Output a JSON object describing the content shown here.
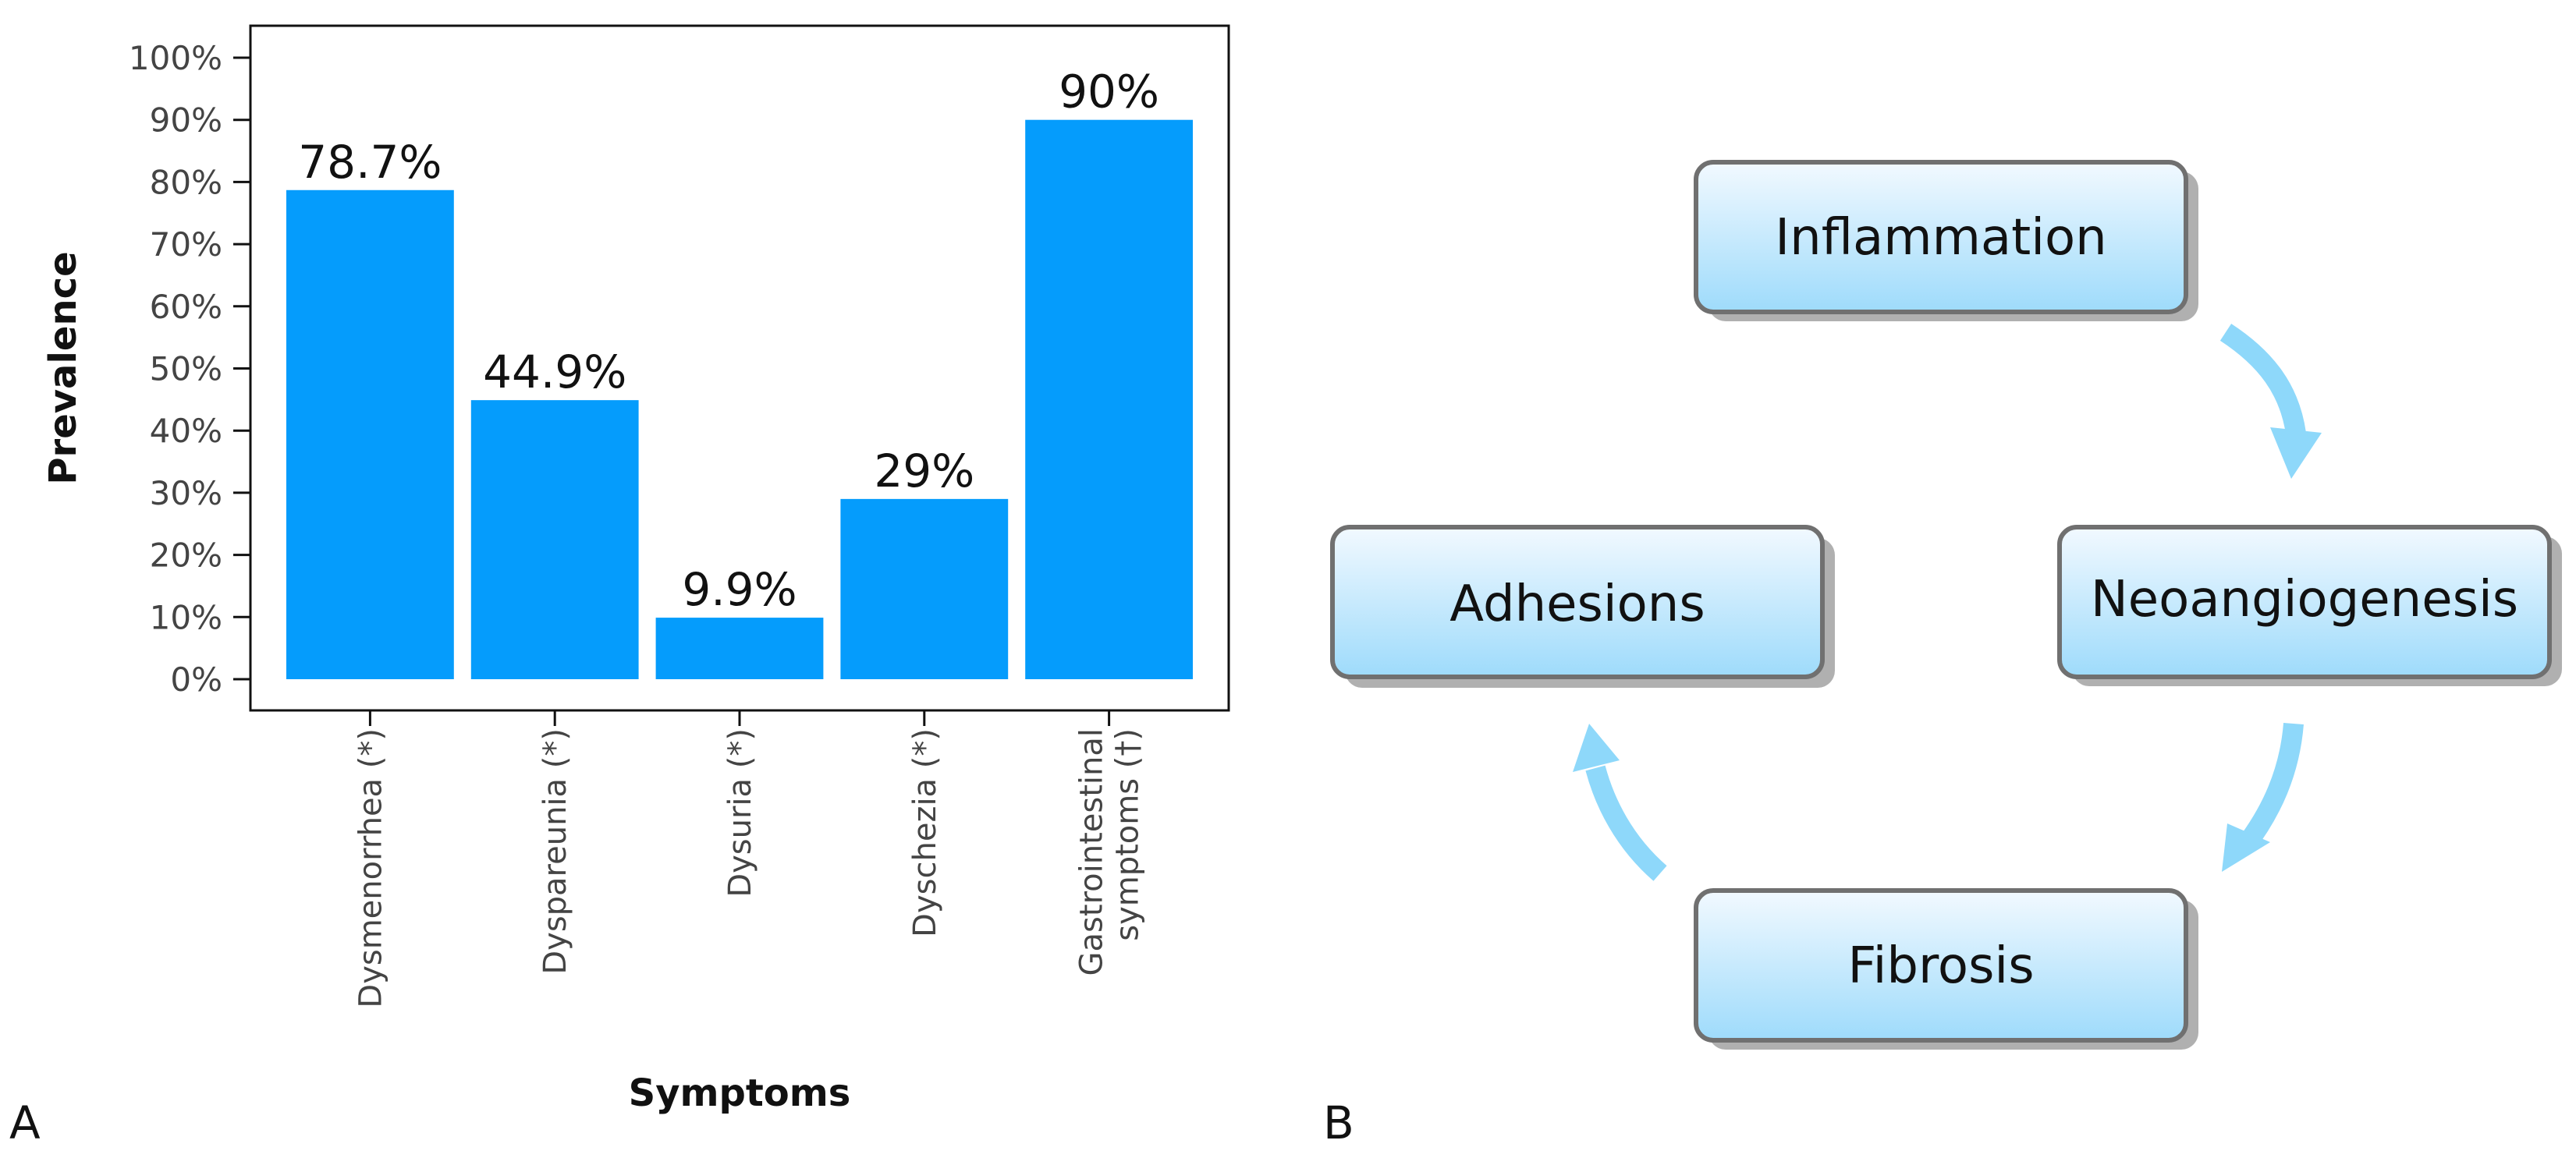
{
  "panels": {
    "a_label": "A",
    "b_label": "B"
  },
  "chart_data": {
    "type": "bar",
    "categories": [
      [
        "Dysmenorrhea (*)"
      ],
      [
        "Dyspareunia (*)"
      ],
      [
        "Dysuria (*)"
      ],
      [
        "Dyschezia (*)"
      ],
      [
        "Gastrointestinal",
        "symptoms (†)"
      ]
    ],
    "values": [
      78.7,
      44.9,
      9.9,
      29,
      90
    ],
    "data_labels": [
      "78.7%",
      "44.9%",
      "9.9%",
      "29%",
      "90%"
    ],
    "xlabel": "Symptoms",
    "ylabel": "Prevalence",
    "ylim": [
      0,
      100
    ],
    "yticks": [
      "0%",
      "10%",
      "20%",
      "30%",
      "40%",
      "50%",
      "60%",
      "70%",
      "80%",
      "90%",
      "100%"
    ],
    "bar_color": "#059cfc",
    "grid": false
  },
  "cycle": {
    "nodes": [
      {
        "id": "inflammation",
        "label": "Inflammation"
      },
      {
        "id": "neoangiogenesis",
        "label": "Neoangiogenesis"
      },
      {
        "id": "fibrosis",
        "label": "Fibrosis"
      },
      {
        "id": "adhesions",
        "label": "Adhesions"
      }
    ],
    "box_fill_top": "#f2f9ff",
    "box_fill_bottom": "#9edbfb",
    "box_border": "#707070",
    "arrow_color": "#8ed8fa"
  }
}
